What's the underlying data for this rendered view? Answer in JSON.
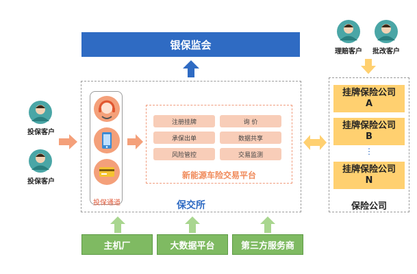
{
  "regulator": "银保监会",
  "exchange": {
    "name": "保交所",
    "channels_label": "投保通道",
    "platform": {
      "name": "新能源车险交易平台",
      "functions": [
        "注册挂牌",
        "询 价",
        "承保出单",
        "数据共享",
        "风险管控",
        "交易监测"
      ]
    }
  },
  "policyholders": [
    "投保客户",
    "投保客户"
  ],
  "right_customers": [
    "理赔客户",
    "批改客户"
  ],
  "insurers": {
    "label": "保险公司",
    "companies": [
      {
        "line1": "挂牌保险公司",
        "line2": "A"
      },
      {
        "line1": "挂牌保险公司",
        "line2": "B"
      },
      {
        "line1": "挂牌保险公司",
        "line2": "N"
      }
    ],
    "ellipsis": "⋮"
  },
  "partners": [
    "主机厂",
    "大数据平台",
    "第三方服务商"
  ],
  "colors": {
    "blue": "#2f6bc3",
    "orange_arrow": "#f4a07a",
    "green": "#7fba62",
    "yellow": "#ffd070",
    "func_box": "#f8cdb8"
  }
}
